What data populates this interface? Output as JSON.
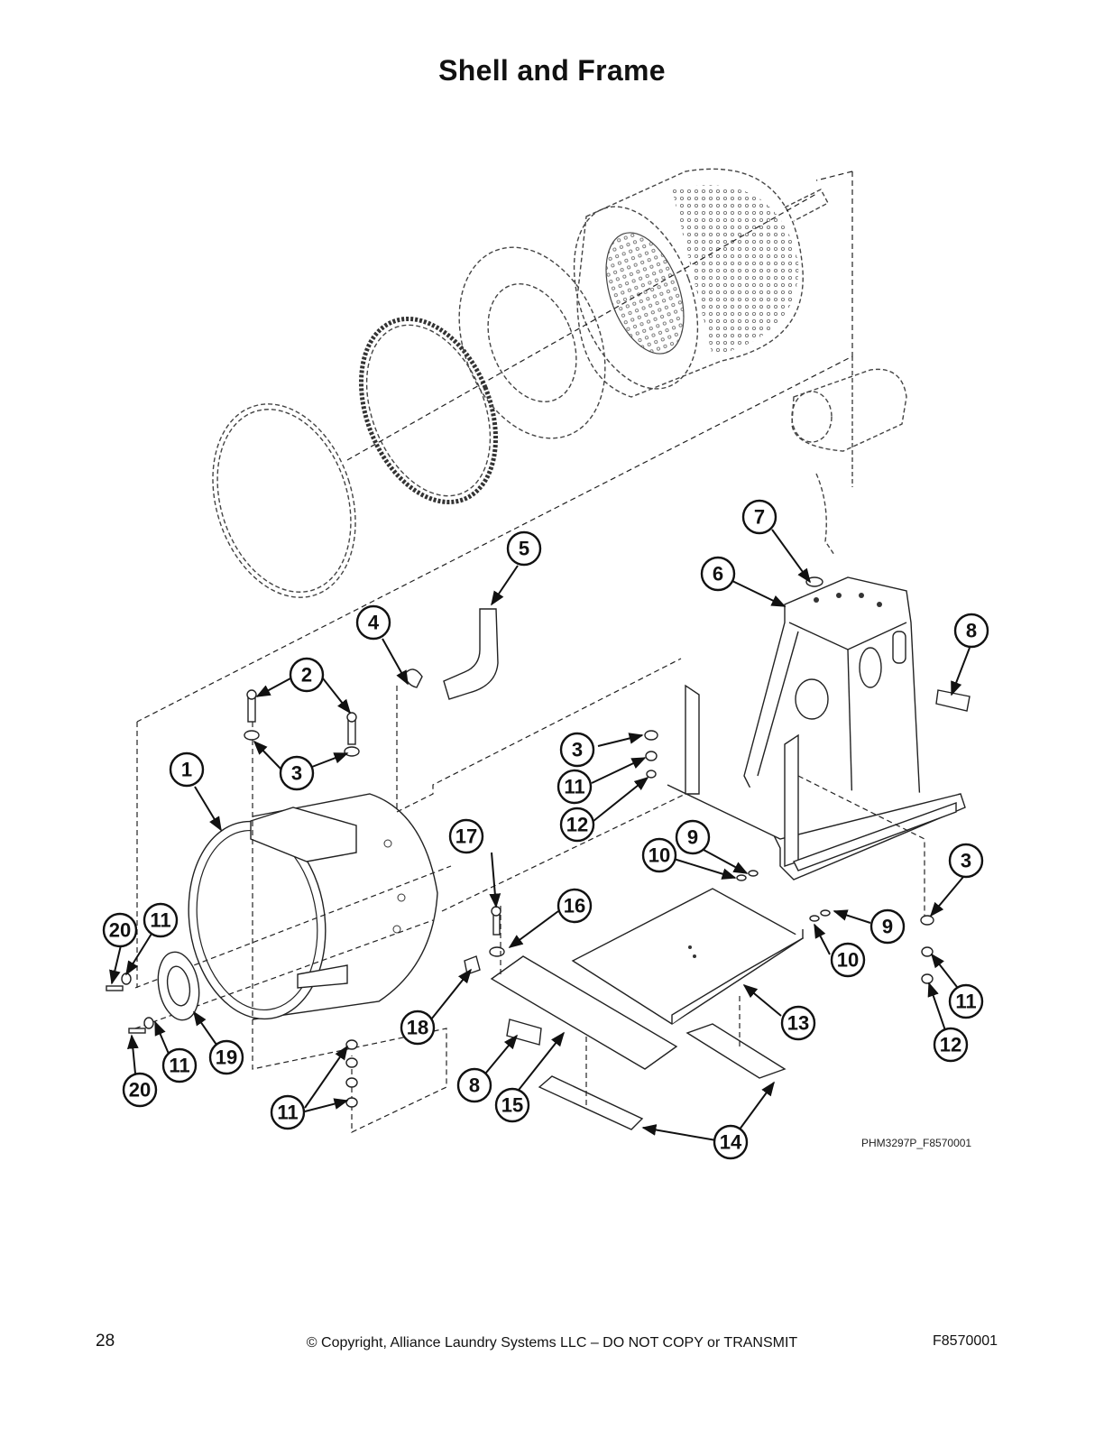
{
  "page": {
    "title": "Shell and Frame",
    "page_number": "28",
    "copyright": "© Copyright, Alliance Laundry Systems LLC – DO NOT COPY or TRANSMIT",
    "doc_number": "F8570001"
  },
  "diagram": {
    "reference_code": "PHM3297P_F8570001",
    "callouts": [
      "1",
      "2",
      "3",
      "4",
      "5",
      "6",
      "7",
      "8",
      "9",
      "10",
      "11",
      "12",
      "13",
      "14",
      "15",
      "16",
      "17",
      "18",
      "19",
      "20"
    ]
  }
}
